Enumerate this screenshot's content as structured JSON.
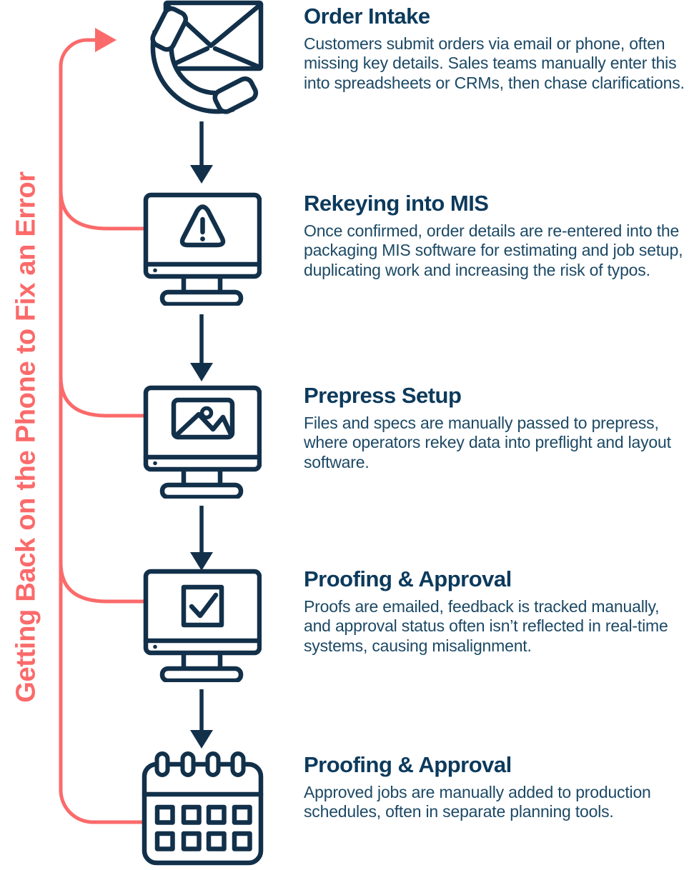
{
  "palette": {
    "coral": "#fb6a6a",
    "navy_heading": "#0c3a5c",
    "navy_body": "#1c4965",
    "navy_icon": "#12304a",
    "background": "#ffffff"
  },
  "feedback_label": "Getting Back on the Phone to Fix an Error",
  "steps": [
    {
      "icon": "phone-email-icon",
      "title": "Order Intake",
      "description": "Customers submit orders via email or phone, often missing key details. Sales teams manually enter this into spreadsheets or CRMs, then chase clarifications."
    },
    {
      "icon": "monitor-warning-icon",
      "title": "Rekeying into MIS",
      "description": "Once confirmed, order details are re-entered into the packaging MIS software for estimating and job setup, duplicating work and increasing the risk of typos."
    },
    {
      "icon": "monitor-image-icon",
      "title": "Prepress Setup",
      "description": "Files and specs are manually passed to prepress, where operators rekey data into preflight and layout software."
    },
    {
      "icon": "monitor-check-icon",
      "title": "Proofing & Approval",
      "description": "Proofs are emailed, feedback is tracked manually, and approval status often isn’t reflected in real-time systems, causing misalignment."
    },
    {
      "icon": "calendar-icon",
      "title": "Proofing & Approval",
      "description": "Approved jobs are manually added to production schedules, often in separate planning tools."
    }
  ]
}
